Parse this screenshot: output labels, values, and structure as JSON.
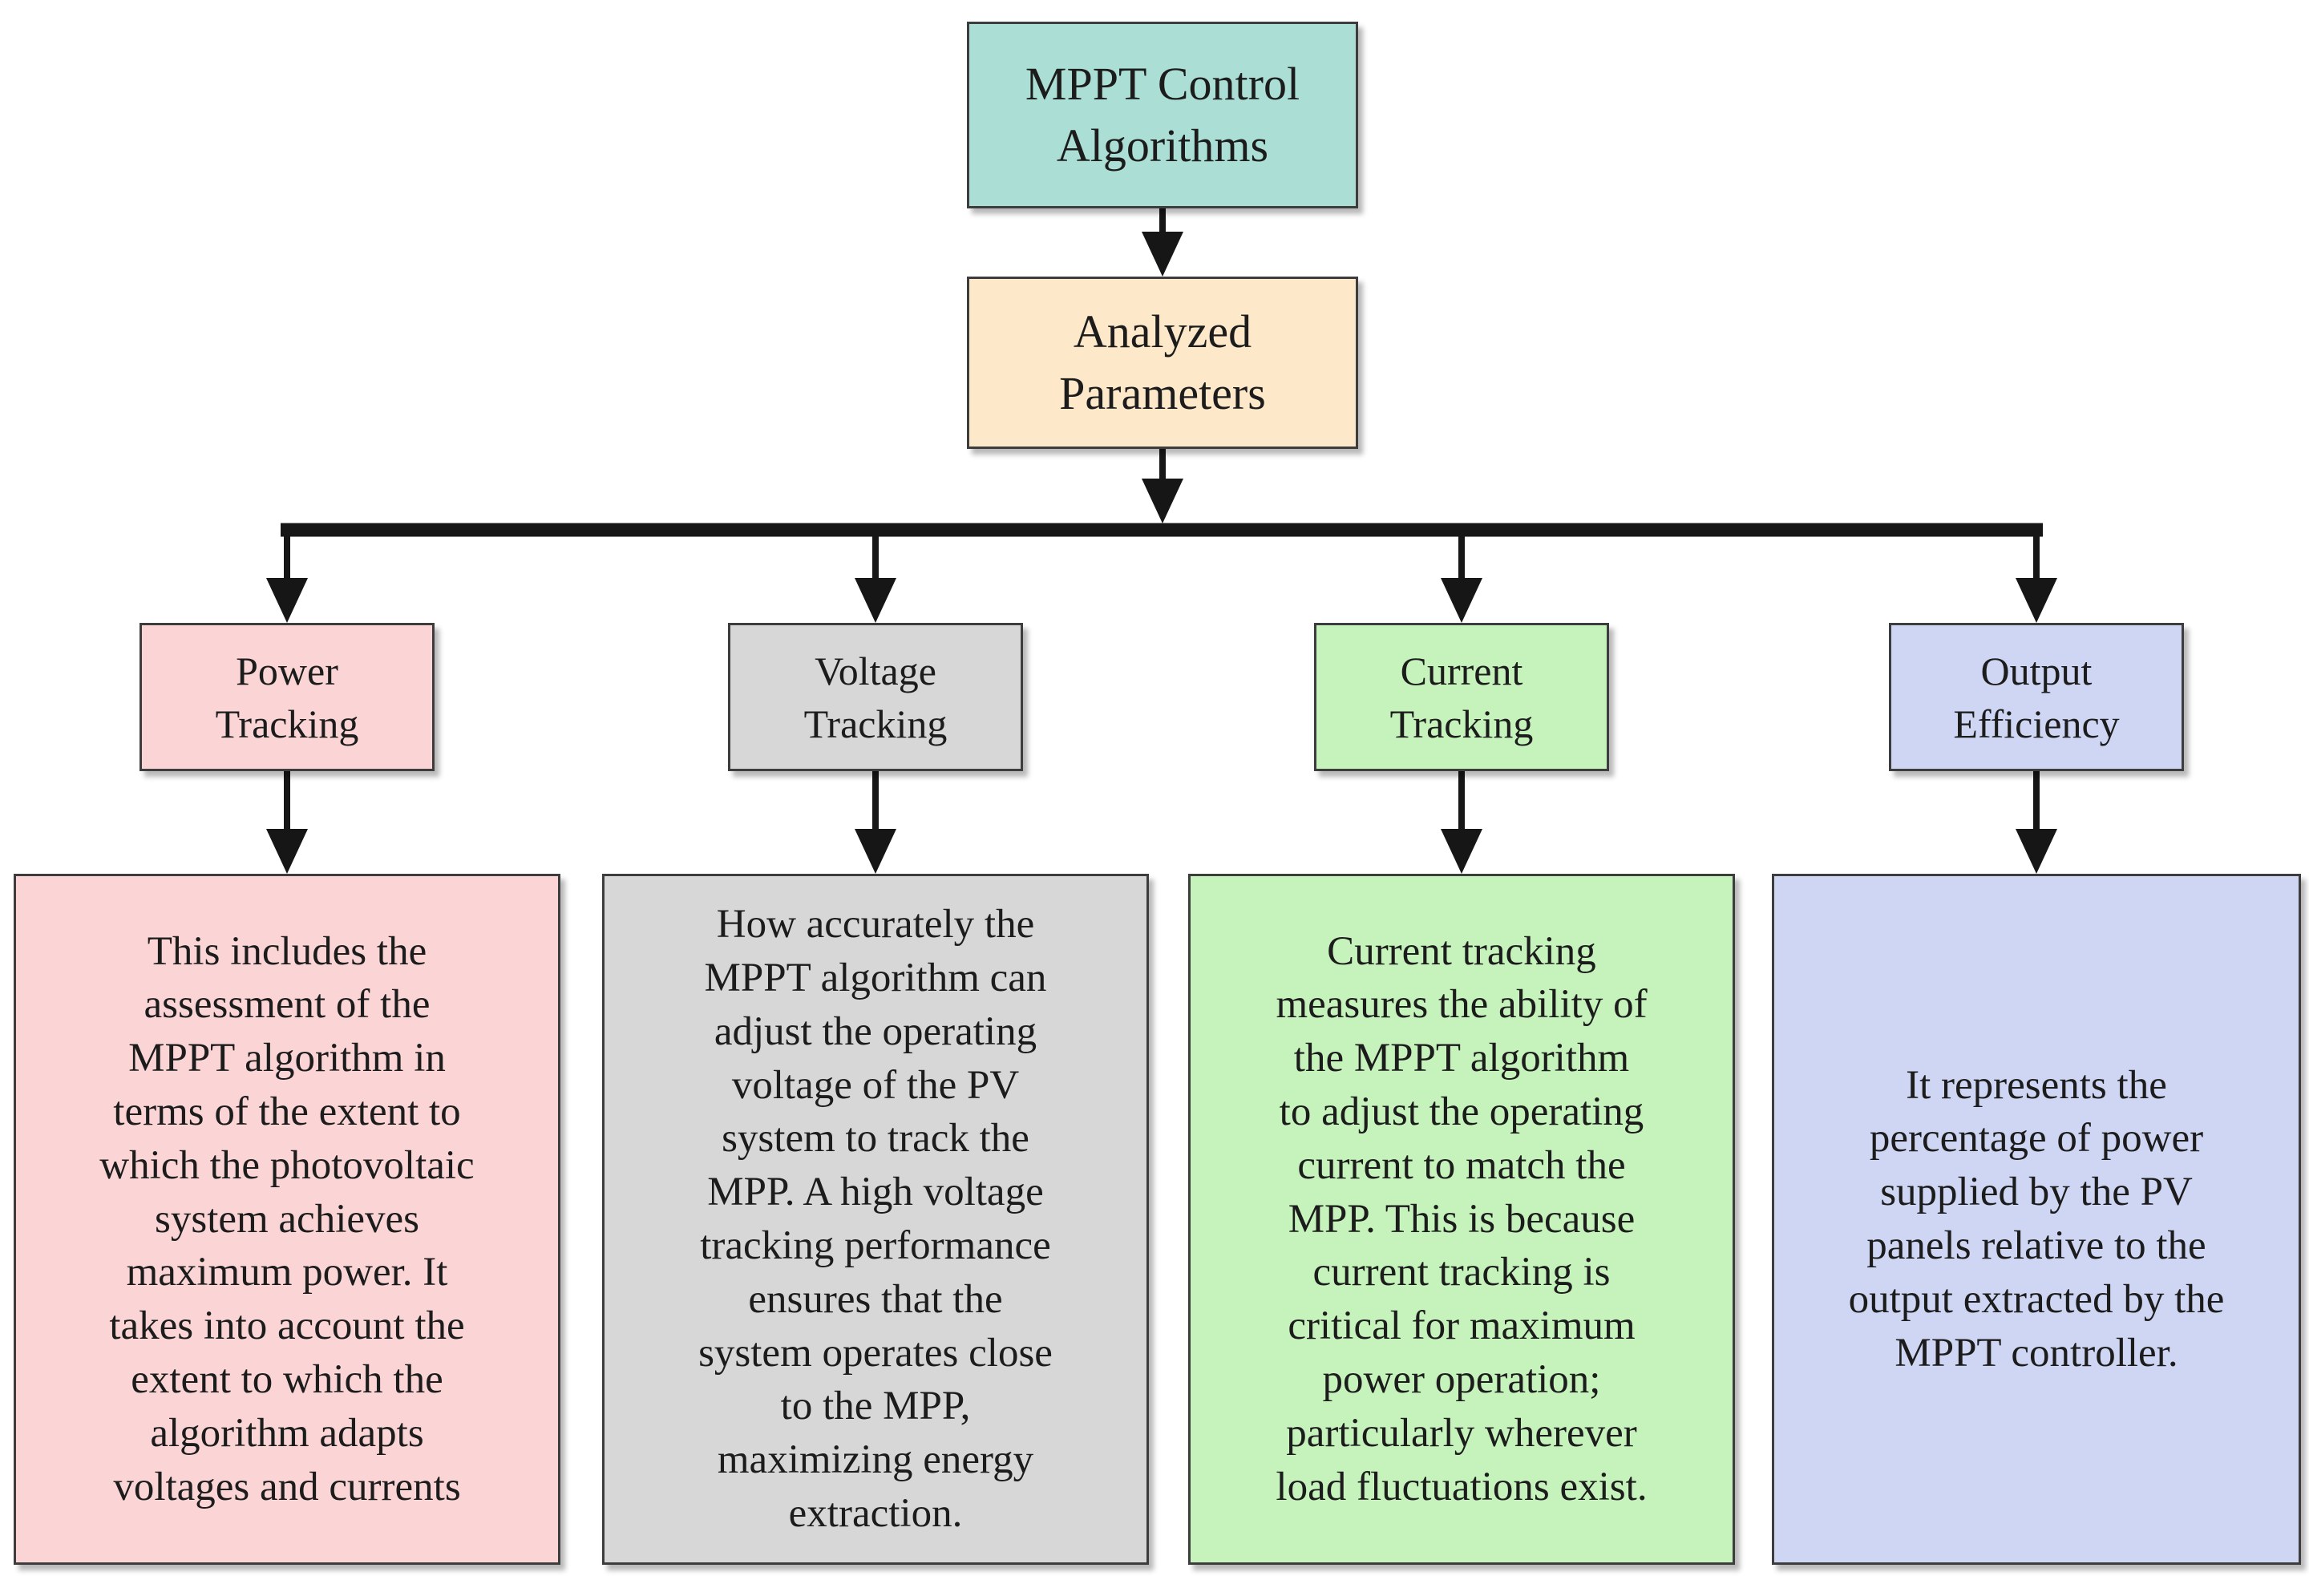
{
  "diagram": {
    "line_color": "#161616",
    "root": {
      "label": "MPPT Control\nAlgorithms",
      "color": "#abdfd6"
    },
    "secondary": {
      "label": "Analyzed\nParameters",
      "color": "#fde9ca"
    },
    "columns": [
      {
        "title": "Power\nTracking",
        "color": "#fbd5d5",
        "description": "This includes the\nassessment of the\nMPPT algorithm in\nterms of the extent to\nwhich the photovoltaic\nsystem achieves\nmaximum power. It\ntakes into account the\nextent to which the\nalgorithm adapts\nvoltages and currents"
      },
      {
        "title": "Voltage\nTracking",
        "color": "#d7d7d7",
        "description": "How accurately the\nMPPT algorithm can\nadjust the operating\nvoltage of the PV\nsystem to track the\nMPP. A high voltage\ntracking performance\nensures that the\nsystem operates close\nto the MPP,\nmaximizing energy\nextraction."
      },
      {
        "title": "Current\nTracking",
        "color": "#c6f3bc",
        "description": "Current tracking\nmeasures the ability of\nthe MPPT algorithm\nto adjust the operating\ncurrent to match the\nMPP. This is because\ncurrent tracking is\ncritical for maximum\npower operation;\nparticularly wherever\nload fluctuations exist."
      },
      {
        "title": "Output\nEfficiency",
        "color": "#ced6f3",
        "description": "It represents the\npercentage of power\nsupplied by the PV\npanels relative to the\noutput extracted by the\nMPPT controller."
      }
    ]
  }
}
